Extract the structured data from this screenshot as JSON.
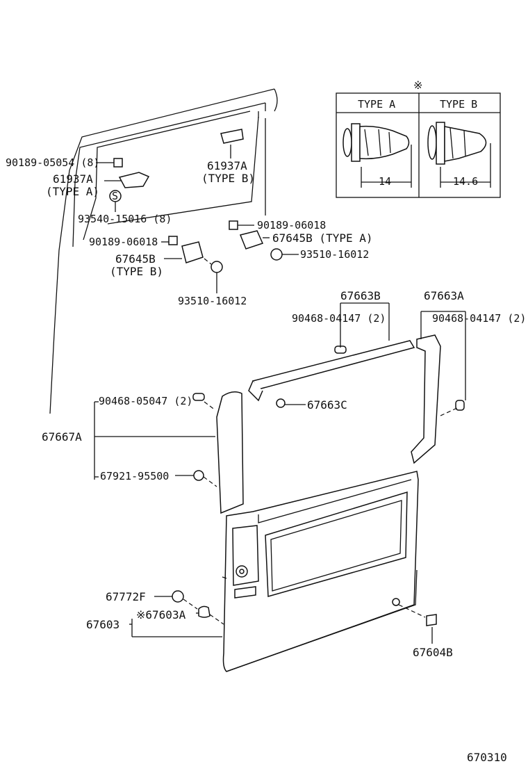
{
  "diagram_id": "670310",
  "inset": {
    "marker": "※",
    "type_a": {
      "label": "TYPE A",
      "dimension": "14"
    },
    "type_b": {
      "label": "TYPE B",
      "dimension": "14.6"
    }
  },
  "labels": {
    "p_90189_05054": "90189-05054 (8)",
    "p_61937a_left": "61937A",
    "p_type_a_left": "(TYPE  A)",
    "p_61937a_right": "61937A",
    "p_type_b_right": "(TYPE  B)",
    "p_93540_15016": "93540-15016 (8)",
    "p_90189_06018_right": "90189-06018",
    "p_90189_06018_left": "90189-06018",
    "p_67645b_right": "67645B (TYPE  A)",
    "p_67645b_left": "67645B",
    "p_type_b_left": "(TYPE  B)",
    "p_93510_16012_right": "93510-16012",
    "p_93510_16012_left": "93510-16012",
    "p_67663b": "67663B",
    "p_67663a": "67663A",
    "p_90468_04147_left": "90468-04147 (2)",
    "p_90468_04147_right": "90468-04147 (2)",
    "p_90468_05047": "90468-05047 (2)",
    "p_67663c": "67663C",
    "p_67667a": "67667A",
    "p_67921_95500": "67921-95500",
    "p_67772f": "67772F",
    "p_67603": "67603",
    "p_67603a": "※67603A",
    "p_67604b": "67604B"
  },
  "symbols": {
    "screw": "S"
  }
}
